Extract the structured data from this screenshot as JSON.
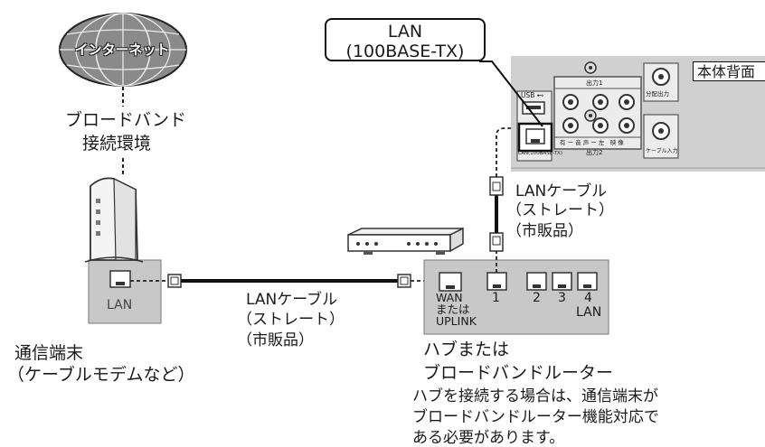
{
  "internet": {
    "label": "インターネット"
  },
  "broadband": {
    "line1": "ブロードバンド",
    "line2": "接続環境"
  },
  "lan_callout": {
    "line1": "LAN",
    "line2": "(100BASE-TX)"
  },
  "device_back_label": "本体背面",
  "tv_panel": {
    "usb_label": "USB ⊷",
    "lan_port_label": "LAN(100BASE-TX)",
    "output1_label": "出力1",
    "output2_label": "出力2",
    "audio_video_labels": "有 ー 音 声 ー 左　映 像",
    "split_out_label": "分配出力",
    "cable_in_label": "ケーブル入力"
  },
  "upper_cable": {
    "line1": "LANケーブル",
    "line2": "（ストレート）",
    "line3": "（市販品）"
  },
  "lower_cable": {
    "line1": "LANケーブル",
    "line2": "（ストレート）",
    "line3": "（市販品）"
  },
  "modem": {
    "port_label": "LAN",
    "name_line1": "通信端末",
    "name_line2": "（ケーブルモデムなど）"
  },
  "hub": {
    "wan_label_line1": "WAN",
    "wan_label_line2": "または",
    "wan_label_line3": "UPLINK",
    "ports": [
      "1",
      "2",
      "3",
      "4"
    ],
    "lan_label": "LAN",
    "name_line1": "ハブまたは",
    "name_line2": "ブロードバンドルーター",
    "note_line1": "ハブを接続する場合は、通信端末が",
    "note_line2": "ブロードバンドルーター機能対応で",
    "note_line3": "ある必要があります。"
  }
}
